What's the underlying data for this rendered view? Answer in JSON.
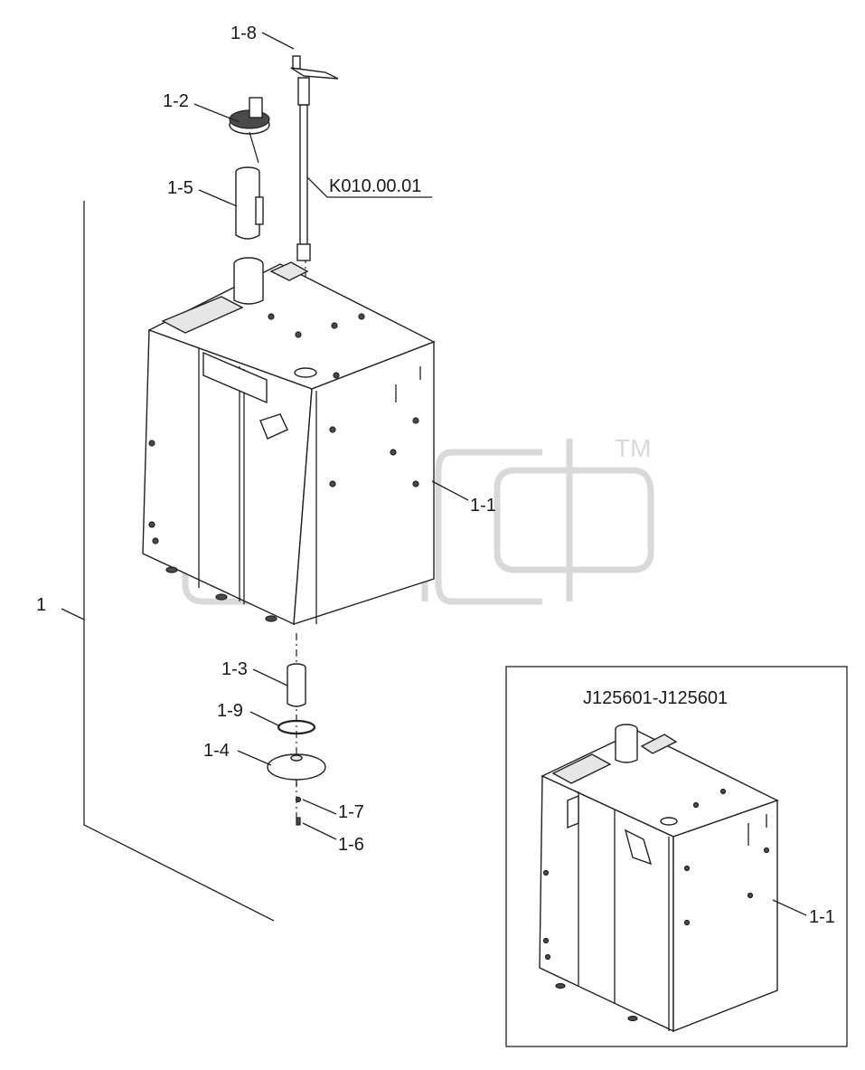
{
  "labels": {
    "l1": "1",
    "l1_1": "1-1",
    "l1_2": "1-2",
    "l1_3": "1-3",
    "l1_4": "1-4",
    "l1_5": "1-5",
    "l1_6": "1-6",
    "l1_7": "1-7",
    "l1_8": "1-8",
    "l1_9": "1-9",
    "sensor": "K010.00.01",
    "inset_title": "J125601-J125601",
    "inset_l1_1": "1-1"
  },
  "watermark": {
    "tm": "TM"
  },
  "colors": {
    "line": "#222222",
    "watermark": "#d9d9d9",
    "background": "#ffffff"
  }
}
